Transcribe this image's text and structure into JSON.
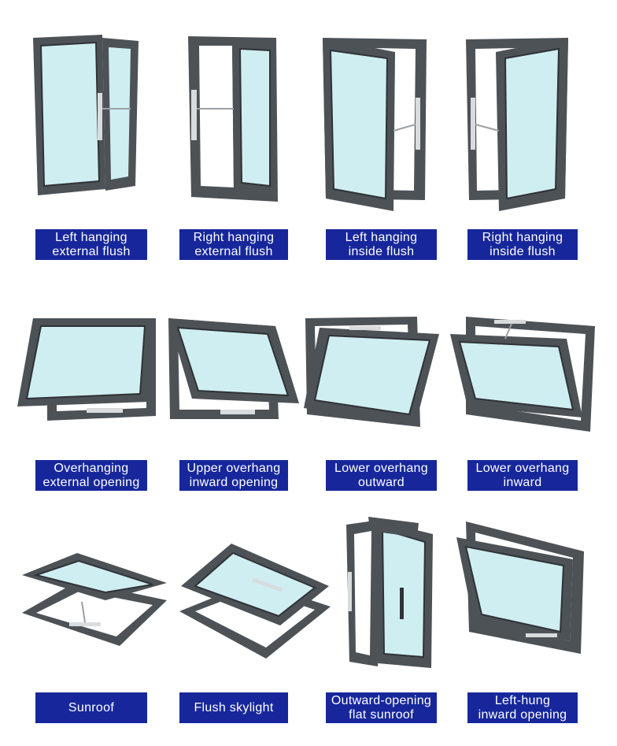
{
  "colors": {
    "label_bg": "#17279b",
    "label_text": "#ffffff",
    "frame": "#4d5257",
    "glass": "#cfeef1"
  },
  "items": [
    {
      "label": "Left hanging\nexternal flush",
      "icon": "window-left-hanging-external-flush-icon"
    },
    {
      "label": "Right hanging\nexternal flush",
      "icon": "window-right-hanging-external-flush-icon"
    },
    {
      "label": "Left hanging\ninside flush",
      "icon": "window-left-hanging-inside-flush-icon"
    },
    {
      "label": "Right hanging\ninside flush",
      "icon": "window-right-hanging-inside-flush-icon"
    },
    {
      "label": "Overhanging\nexternal opening",
      "icon": "window-overhanging-external-opening-icon"
    },
    {
      "label": "Upper overhang\ninward opening",
      "icon": "window-upper-overhang-inward-opening-icon"
    },
    {
      "label": "Lower overhang\noutward",
      "icon": "window-lower-overhang-outward-icon"
    },
    {
      "label": "Lower overhang\ninward",
      "icon": "window-lower-overhang-inward-icon"
    },
    {
      "label": "Sunroof",
      "icon": "window-sunroof-icon"
    },
    {
      "label": "Flush skylight",
      "icon": "window-flush-skylight-icon"
    },
    {
      "label": "Outward-opening\nflat sunroof",
      "icon": "window-outward-opening-flat-sunroof-icon"
    },
    {
      "label": "Left-hung\ninward opening",
      "icon": "window-left-hung-inward-opening-icon"
    }
  ]
}
